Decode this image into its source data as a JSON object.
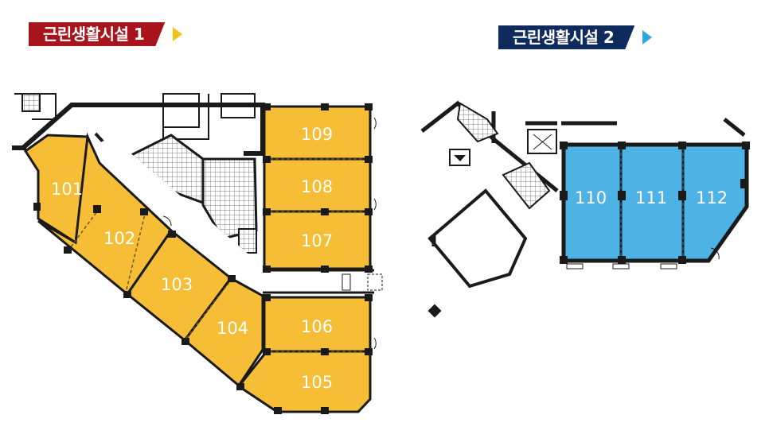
{
  "sections": [
    {
      "title": "근린생활시설 1",
      "color": "#a8141c",
      "arrow_color": "#f0c419"
    },
    {
      "title": "근린생활시설 2",
      "color": "#0f2a5c",
      "arrow_color": "#2fa6e0"
    }
  ],
  "units_area1": [
    "101",
    "102",
    "103",
    "104",
    "105",
    "106",
    "107",
    "108",
    "109"
  ],
  "units_area2": [
    "110",
    "111",
    "112"
  ],
  "colors": {
    "area1_fill": "#f6be37",
    "area2_fill": "#4eb3e4",
    "wall": "#1a1a1a"
  }
}
